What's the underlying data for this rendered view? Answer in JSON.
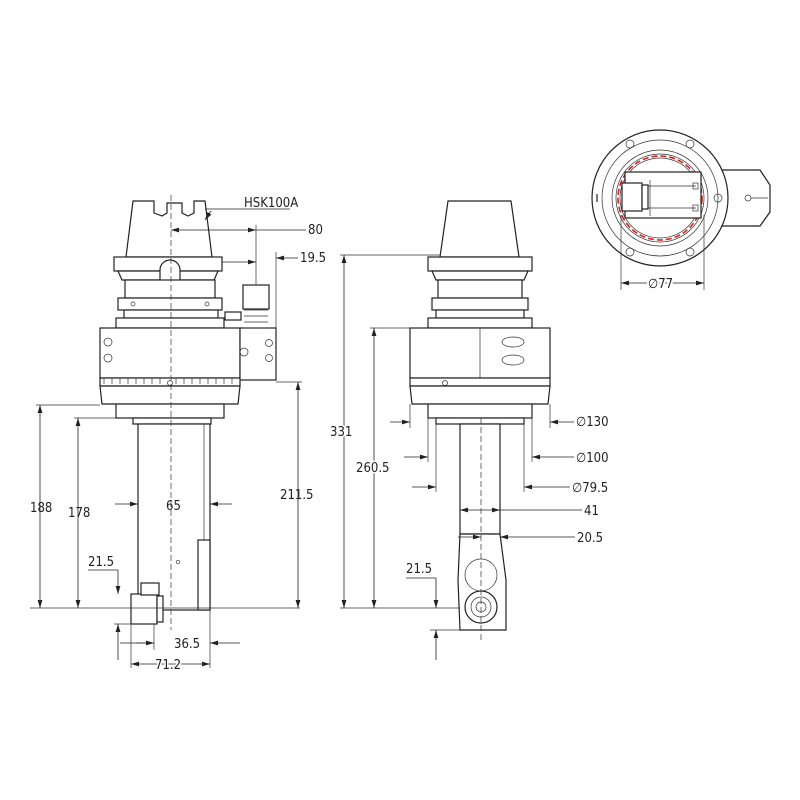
{
  "title": "HSK100A angle head dimension drawing",
  "labels": {
    "shank_type": "HSK100A",
    "d80": "80",
    "d19_5": "19.5",
    "d188": "188",
    "d178": "178",
    "d65": "65",
    "d211_5": "211.5",
    "d21_5_left": "21.5",
    "d36_5": "36.5",
    "d71_2": "71.2",
    "d331": "331",
    "d260_5": "260.5",
    "dia130": "∅130",
    "dia100": "∅100",
    "dia79_5": "∅79.5",
    "d41": "41",
    "d20_5": "20.5",
    "d21_5_right": "21.5",
    "dia77": "∅77"
  },
  "colors": {
    "line": "#222222",
    "reference_circle": "#d42020"
  }
}
